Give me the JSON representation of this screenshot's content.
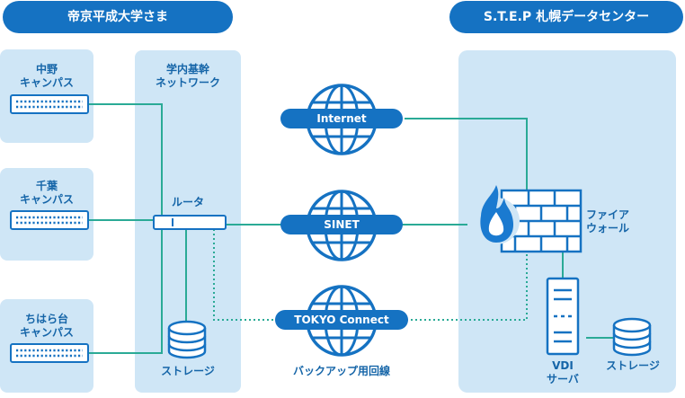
{
  "headers": {
    "left": "帝京平成大学さま",
    "right": "S.T.E.P 札幌データセンター"
  },
  "campuses": [
    {
      "line1": "中野",
      "line2": "キャンパス"
    },
    {
      "line1": "千葉",
      "line2": "キャンパス"
    },
    {
      "line1": "ちはら台",
      "line2": "キャンパス"
    }
  ],
  "backbone": {
    "line1": "学内基幹",
    "line2": "ネットワーク"
  },
  "router_label": "ルータ",
  "storage_left": "ストレージ",
  "networks": {
    "internet": "Internet",
    "sinet": "SINET",
    "tokyo": "TOKYO Connect",
    "backup_caption": "バックアップ用回線"
  },
  "firewall": {
    "line1": "ファイア",
    "line2": "ウォール"
  },
  "vdi": {
    "line1": "VDI",
    "line2": "サーバ"
  },
  "storage_right": "ストレージ",
  "colors": {
    "header": "#1572c2",
    "panel": "#cfe6f6",
    "label": "#1565a8",
    "line": "#2aaa96",
    "firewall_icon": "#1a7ad0"
  }
}
